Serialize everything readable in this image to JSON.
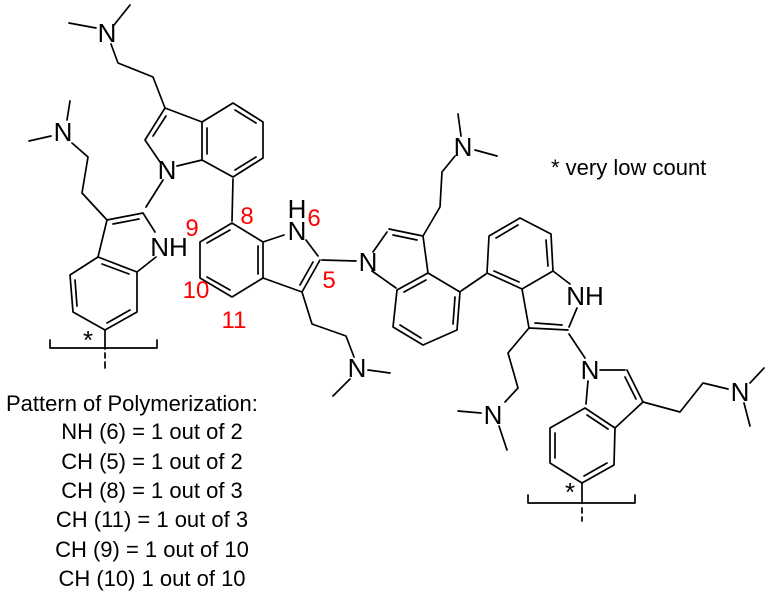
{
  "figure": {
    "note": "* very low count",
    "pattern": {
      "title": "Pattern of Polymerization:",
      "lines": [
        "NH (6) = 1 out of 2",
        "CH (5) = 1 out of 2",
        "CH (8) = 1 out of 3",
        "CH (11) = 1 out of 3",
        "CH (9) = 1 out of 10",
        "CH (10) 1 out of 10"
      ]
    },
    "structure": {
      "description": "Hexameric 3-(2-dimethylaminoethyl)indole polymer segment (six linked indole units, each bearing a CH2CH2N(CH3)2 side chain), with two bracketed chain-continuation points marked by asterisks",
      "atoms": {
        "a_chain_n": "N",
        "a_ring_n": "N",
        "b_chain_n": "N",
        "b_ring_nh": "NH",
        "c_ring_h": "H",
        "c_ring_n": "N",
        "c_chain_n": "N",
        "d_ring_n": "N",
        "d_chain_n": "N",
        "e_ring_nh": "NH",
        "e_chain_n": "N",
        "f_ring_n": "N",
        "f_chain_n": "N"
      },
      "position_labels": {
        "p9": "9",
        "p8": "8",
        "p6": "6",
        "p5": "5",
        "p10": "10",
        "p11": "11"
      },
      "end_marker": "*",
      "colors": {
        "bond": "#000000",
        "atom_label": "#000000",
        "position_label": "#ff0000"
      }
    }
  }
}
